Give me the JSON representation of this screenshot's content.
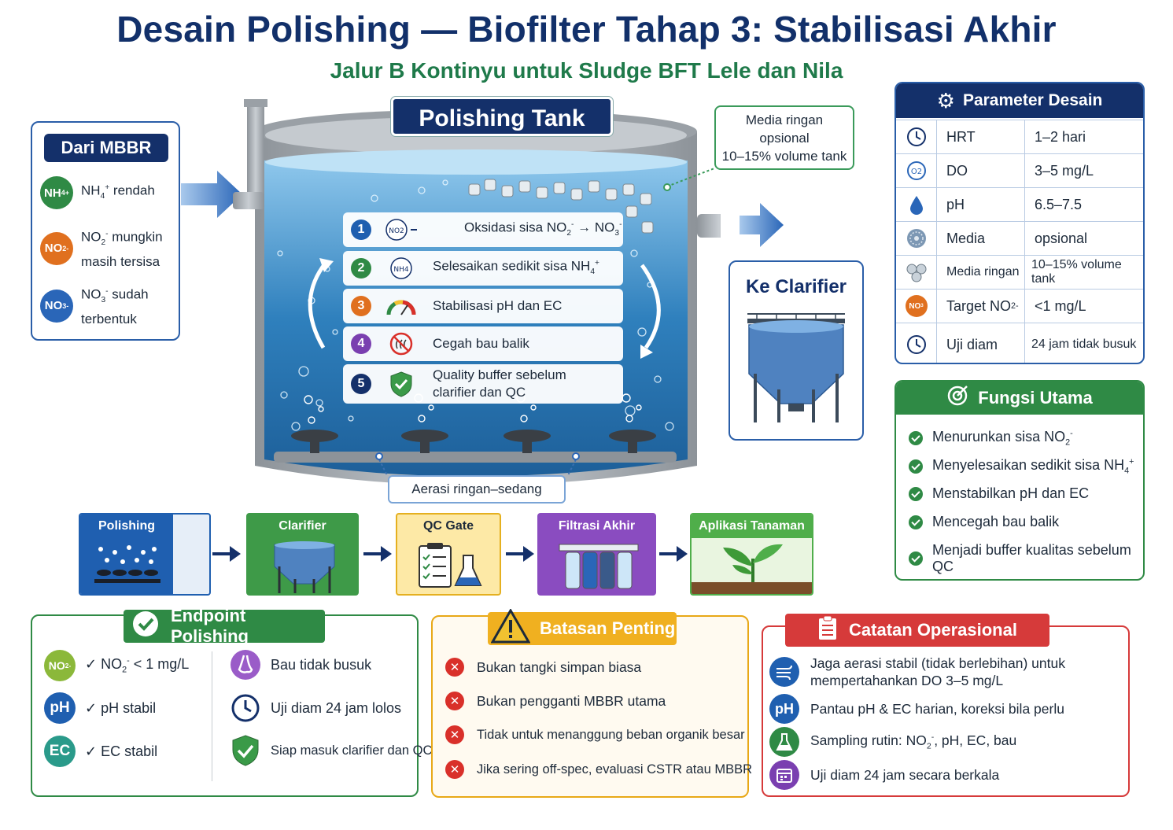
{
  "header": {
    "title": "Desain Polishing — Biofilter Tahap 3: Stabilisasi Akhir",
    "subtitle": "Jalur B Kontinyu untuk Sludge BFT Lele dan Nila"
  },
  "inlet": {
    "title": "Dari MBBR",
    "items": [
      {
        "badge": "NH4+",
        "text": "NH4+ rendah",
        "color": "#2f8a45"
      },
      {
        "badge": "NO2-",
        "text": "NO2- mungkin masih tersisa",
        "color": "#e0701f"
      },
      {
        "badge": "NO3-",
        "text": "NO3- sudah terbentuk",
        "color": "#2a66b8"
      }
    ]
  },
  "tank": {
    "title": "Polishing Tank",
    "media_callout": [
      "Media ringan",
      "opsional",
      "10–15% volume tank"
    ],
    "aeration_label": "Aerasi ringan–sedang",
    "steps": [
      {
        "num": "1",
        "icon": "no2-to-no3-icon",
        "text": "Oksidasi sisa NO2- → NO3-",
        "color": "#1f5fb0"
      },
      {
        "num": "2",
        "icon": "nh4-icon",
        "text": "Selesaikan sedikit sisa NH4+",
        "color": "#2f8a45"
      },
      {
        "num": "3",
        "icon": "gauge-icon",
        "text": "Stabilisasi pH dan EC",
        "color": "#e0701f"
      },
      {
        "num": "4",
        "icon": "no-odor-icon",
        "text": "Cegah bau balik",
        "color": "#7a3fb0"
      },
      {
        "num": "5",
        "icon": "shield-check-icon",
        "text": "Quality buffer sebelum clarifier dan QC",
        "color": "#14306a"
      }
    ]
  },
  "outlet": {
    "label": "Ke Clarifier"
  },
  "parameters": {
    "title": "Parameter Desain",
    "rows": [
      {
        "icon": "clock-icon",
        "key": "HRT",
        "value": "1–2 hari"
      },
      {
        "icon": "oxygen-icon",
        "key": "DO",
        "value": "3–5 mg/L"
      },
      {
        "icon": "droplet-icon",
        "key": "pH",
        "value": "6.5–7.5"
      },
      {
        "icon": "media-icon",
        "key": "Media",
        "value": "opsional"
      },
      {
        "icon": "media-ringan-icon",
        "key": "Media ringan",
        "value": "10–15% volume tank"
      },
      {
        "icon": "no3-icon",
        "key": "Target NO2-",
        "value": "<1 mg/L"
      },
      {
        "icon": "clock-icon",
        "key": "Uji diam",
        "value": "24 jam tidak busuk"
      }
    ]
  },
  "fungsi": {
    "title": "Fungsi Utama",
    "items": [
      "Menurunkan sisa NO2-",
      "Menyelesaikan sedikit sisa NH4+",
      "Menstabilkan pH dan EC",
      "Mencegah bau balik",
      "Menjadi buffer kualitas sebelum QC"
    ]
  },
  "flow": [
    {
      "label": "Polishing",
      "color": "#1f5fb0"
    },
    {
      "label": "Clarifier",
      "color": "#3e9a48"
    },
    {
      "label": "QC Gate",
      "color": "#f2c230"
    },
    {
      "label": "Filtrasi Akhir",
      "color": "#8a4cc0"
    },
    {
      "label": "Aplikasi Tanaman",
      "color": "#4fae4a"
    }
  ],
  "endpoint": {
    "title": "Endpoint Polishing",
    "left": [
      {
        "badge": "NO2-",
        "text": "✓ NO2- < 1 mg/L",
        "color": "#8bb83a"
      },
      {
        "badge": "pH",
        "text": "✓ pH stabil",
        "color": "#1f5fb0"
      },
      {
        "badge": "EC",
        "text": "✓ EC stabil",
        "color": "#2a9a8a"
      }
    ],
    "right": [
      {
        "icon": "nose-icon",
        "text": "Bau tidak busuk"
      },
      {
        "icon": "clock-icon",
        "text": "Uji diam 24 jam lolos"
      },
      {
        "icon": "shield-check-icon",
        "text": "Siap masuk clarifier dan QC"
      }
    ]
  },
  "batasan": {
    "title": "Batasan Penting",
    "items": [
      "Bukan tangki simpan biasa",
      "Bukan pengganti MBBR utama",
      "Tidak untuk menanggung beban organik besar",
      "Jika sering off-spec, evaluasi CSTR atau MBBR"
    ]
  },
  "catatan": {
    "title": "Catatan Operasional",
    "items": [
      {
        "icon": "wind-icon",
        "badge": "",
        "text": "Jaga aerasi stabil (tidak berlebihan) untuk mempertahankan DO 3–5 mg/L",
        "color": "#1f5fb0"
      },
      {
        "icon": "ph-icon",
        "badge": "pH",
        "text": "Pantau pH & EC harian, koreksi bila perlu",
        "color": "#1f5fb0"
      },
      {
        "icon": "flask-icon",
        "badge": "",
        "text": "Sampling rutin: NO2-, pH, EC, bau",
        "color": "#2f8a45"
      },
      {
        "icon": "calendar-icon",
        "badge": "",
        "text": "Uji diam 24 jam secara berkala",
        "color": "#7a3fb0"
      }
    ]
  }
}
